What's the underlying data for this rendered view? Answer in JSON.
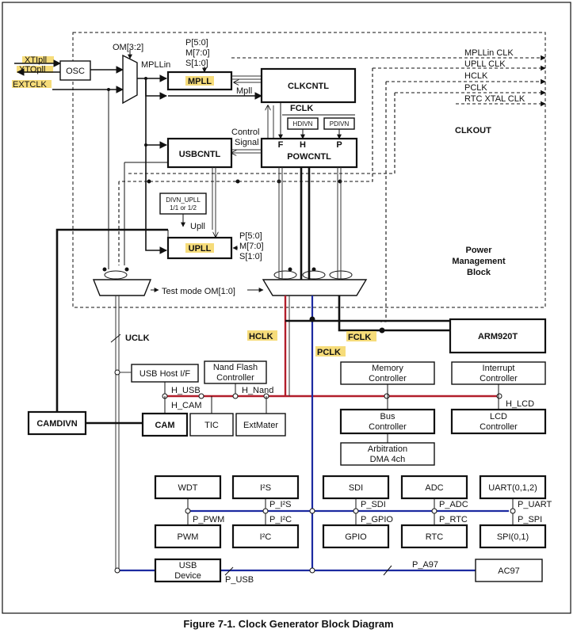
{
  "caption": "Figure 7-1. Clock Generator Block Diagram",
  "inputs": {
    "xtipll": "XTIpll",
    "xtopll": "XTOpll",
    "extclk": "EXTCLK"
  },
  "osc": "OSC",
  "om32": "OM[3:2]",
  "mpllin": "MPLLin",
  "mpll_params": [
    "P[5:0]",
    "M[7:0]",
    "S[1:0]"
  ],
  "mpll": "MPLL",
  "mpll_out": "Mpll",
  "clkcntl": "CLKCNTL",
  "fclk_top": "FCLK",
  "hdivn": "HDIVN",
  "pdivn": "PDIVN",
  "control_signal": [
    "Control",
    "Signal"
  ],
  "powcntl_ports": [
    "F",
    "H",
    "P"
  ],
  "powcntl": "POWCNTL",
  "usbcntl": "USBCNTL",
  "divn_upll": [
    "DIVN_UPLL",
    "1/1 or 1/2"
  ],
  "upll_out": "Upll",
  "upll": "UPLL",
  "upll_params": [
    "P[5:0]",
    "M[7:0]",
    "S[1:0]"
  ],
  "clock_outputs": [
    "MPLLin CLK",
    "UPLL CLK",
    "HCLK",
    "PCLK",
    "RTC XTAL CLK"
  ],
  "clkout": "CLKOUT",
  "pmb": [
    "Power",
    "Management",
    "Block"
  ],
  "test_mode": "Test mode OM[1:0]",
  "uclk": "UCLK",
  "hclk": "HCLK",
  "pclk": "PCLK",
  "fclk": "FCLK",
  "arm": "ARM920T",
  "usb_host": "USB Host I/F",
  "nand": [
    "Nand Flash",
    "Controller"
  ],
  "h_usb": "H_USB",
  "h_nand": "H_Nand",
  "h_cam": "H_CAM",
  "camdivn": "CAMDIVN",
  "cam": "CAM",
  "tic": "TIC",
  "extmater": "ExtMater",
  "memctl": [
    "Memory",
    "Controller"
  ],
  "intctl": [
    "Interrupt",
    "Controller"
  ],
  "busctl": [
    "Bus",
    "Controller"
  ],
  "lcdctl": [
    "LCD",
    "Controller"
  ],
  "h_lcd": "H_LCD",
  "arb": [
    "Arbitration",
    "DMA 4ch"
  ],
  "apb_top": [
    "WDT",
    "I²S",
    "SDI",
    "ADC",
    "UART(0,1,2)"
  ],
  "apb_top_sig": [
    "P_I²S",
    "P_SDI",
    "P_ADC",
    "P_UART"
  ],
  "apb_bot_sig": [
    "P_PWM",
    "P_I²C",
    "P_GPIO",
    "P_RTC",
    "P_SPI"
  ],
  "apb_bot": [
    "PWM",
    "I²C",
    "GPIO",
    "RTC",
    "SPI(0,1)"
  ],
  "usb_dev": [
    "USB",
    "Device"
  ],
  "p_usb": "P_USB",
  "p_a97": "P_A97",
  "ac97": "AC97"
}
